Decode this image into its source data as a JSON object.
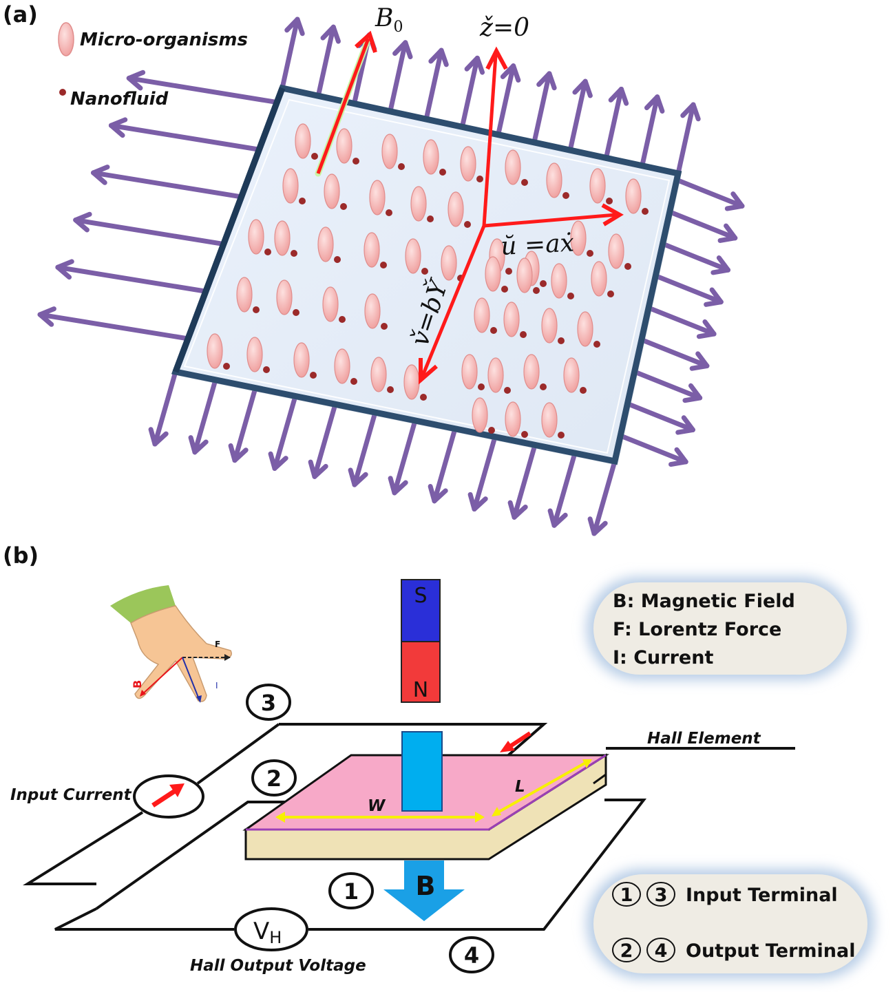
{
  "panel_a": {
    "label": "(a)",
    "legend": {
      "micro_organisms": "Micro-organisms",
      "nanofluid": "Nanofluid"
    },
    "vectors": {
      "b0": "B",
      "b0_sub": "0",
      "z": "ž=0",
      "u": "ŭ =aẋ",
      "v": "v̌=bY̌"
    },
    "colors": {
      "stretch_arrow": "#7b5ea7",
      "axis_arrow": "#ff1a1a",
      "plate_fill": "#e6eef8",
      "plate_border": "#2d4d6e",
      "organism": "#f6b9b8",
      "nanoparticle": "#9b2a2a"
    }
  },
  "panel_b": {
    "label": "(b)",
    "magnet": {
      "south": "S",
      "north": "N",
      "south_color": "#2a2fd8",
      "north_color": "#f23a3a"
    },
    "hand": {
      "f": "F",
      "b": "B",
      "i": "I"
    },
    "legend_box_1": [
      "B: Magnetic Field",
      "F: Lorentz Force",
      "I: Current"
    ],
    "legend_box_2": [
      {
        "terminals": [
          "1",
          "3"
        ],
        "text": "Input Terminal"
      },
      {
        "terminals": [
          "2",
          "4"
        ],
        "text": "Output Terminal"
      }
    ],
    "terminals": {
      "t1": "1",
      "t2": "2",
      "t3": "3",
      "t4": "4"
    },
    "labels": {
      "input_current": "Input Current",
      "hall_element": "Hall Element",
      "hall_output_voltage": "Hall Output Voltage",
      "vh": "V",
      "vh_sub": "H",
      "w": "W",
      "l": "L",
      "b_field": "B"
    },
    "colors": {
      "element_top": "#f7a9c8",
      "element_side": "#efe2b6",
      "field_arrow": "#1aa0e6",
      "dimension_arrow": "#f7f000",
      "box_fill": "#efece4",
      "box_glow": "#b8cde6"
    }
  }
}
